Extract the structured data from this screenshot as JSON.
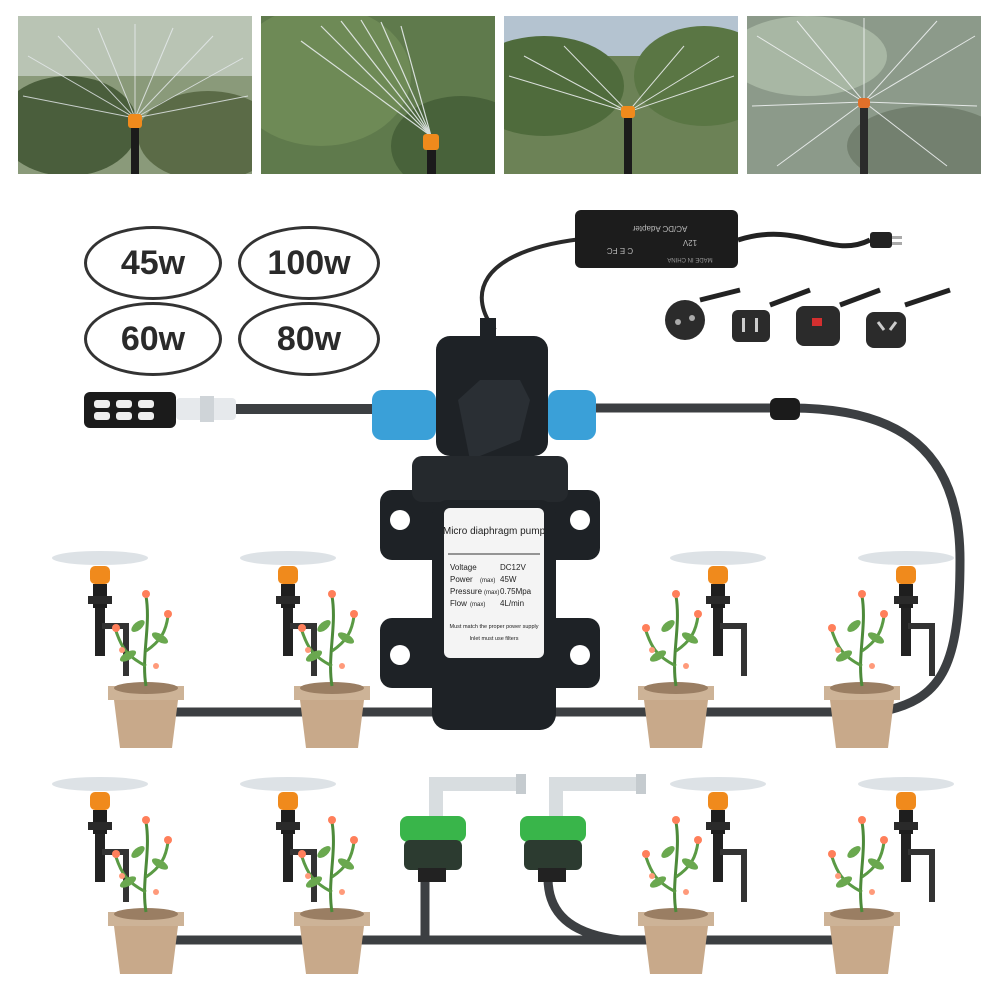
{
  "wattage_options": [
    "45w",
    "100w",
    "60w",
    "80w"
  ],
  "adapter": {
    "label": "AC/DC Adapter",
    "voltage": "12V",
    "marks": "C E FC",
    "made_in": "MADE IN CHINA"
  },
  "pump_label": {
    "title": "Micro diaphragm pump",
    "rows": [
      {
        "key": "Voltage",
        "sub": "",
        "value": "DC12V"
      },
      {
        "key": "Power",
        "sub": "(max)",
        "value": "45W"
      },
      {
        "key": "Pressure",
        "sub": "(max)",
        "value": "0.75Mpa"
      },
      {
        "key": "Flow",
        "sub": "(max)",
        "value": "4L/min"
      }
    ],
    "note1": "Must match the proper power supply",
    "note2": "Inlet must use filters"
  },
  "colors": {
    "pump_body": "#1e2226",
    "connector_blue": "#3aa0d8",
    "nozzle_orange": "#f08a1c",
    "pot_tan": "#cdb397",
    "hose_gray": "#3c3f42",
    "adapter_green": "#39b54a"
  }
}
